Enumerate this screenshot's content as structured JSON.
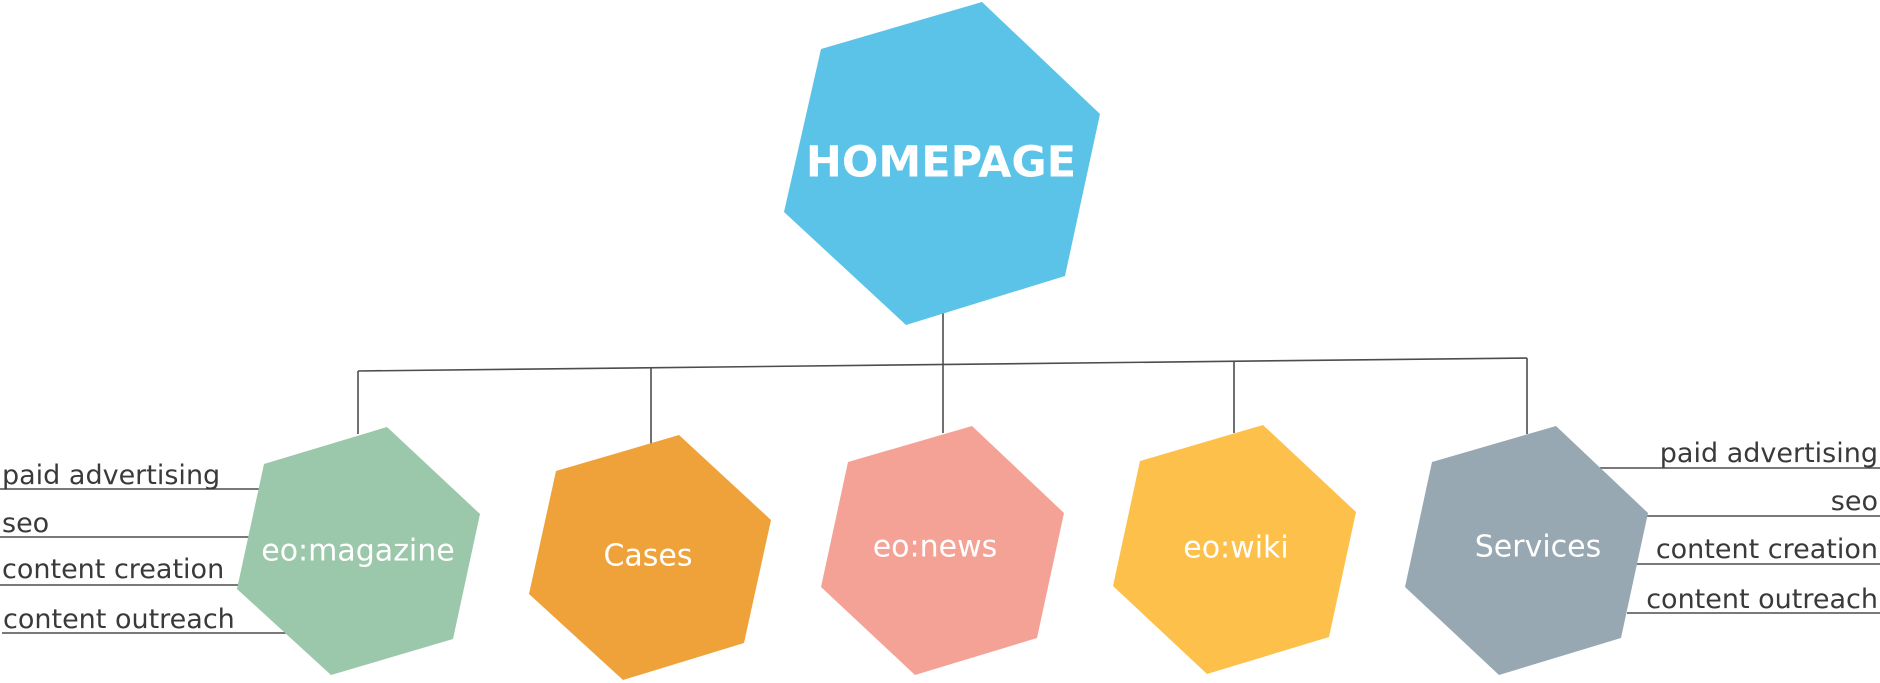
{
  "root": {
    "label": "HOMEPAGE",
    "color": "#5cc3e8"
  },
  "nodes": [
    {
      "id": "eo-magazine",
      "label": "eo:magazine",
      "color": "#9bc7ab",
      "subitems": [
        "paid advertising",
        "seo",
        "content creation",
        "content outreach"
      ]
    },
    {
      "id": "cases",
      "label": "Cases",
      "color": "#efa23a",
      "subitems": []
    },
    {
      "id": "eo-news",
      "label": "eo:news",
      "color": "#f4a296",
      "subitems": []
    },
    {
      "id": "eo-wiki",
      "label": "eo:wiki",
      "color": "#fdc04a",
      "subitems": []
    },
    {
      "id": "services",
      "label": "Services",
      "color": "#98a8b2",
      "subitems": [
        "paid advertising",
        "seo",
        "content creation",
        "content outreach"
      ]
    }
  ],
  "connector_color": "#4d4d4d",
  "text_color": "#3a3a3a"
}
